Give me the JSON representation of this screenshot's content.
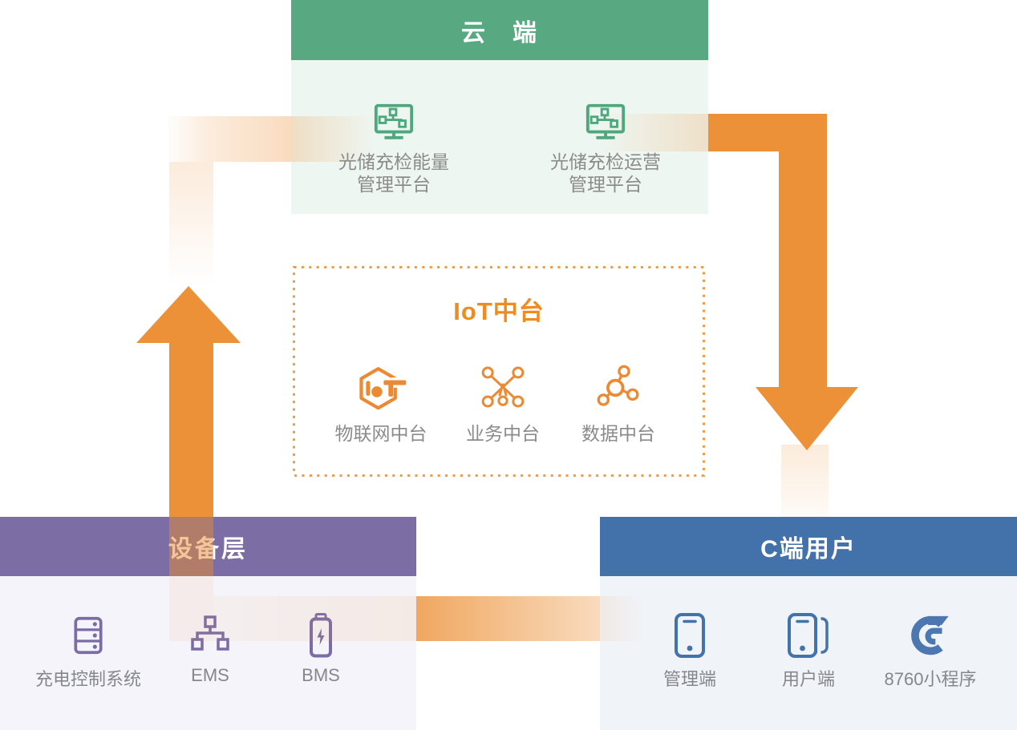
{
  "colors": {
    "cloud_green": "#58A881",
    "cloud_green_light": "#EEF6F1",
    "device_purple": "#7C6DA4",
    "device_purple_light": "#F5F4FA",
    "user_blue": "#4372AA",
    "user_blue_light": "#F0F3F8",
    "flow_orange": "#EC9138",
    "iot_title_orange": "#EF8C20",
    "label_gray": "#8B8B8B"
  },
  "cloud": {
    "title": "云　端",
    "platforms": [
      {
        "line1": "光储充检能量",
        "line2": "管理平台"
      },
      {
        "line1": "光储充检运营",
        "line2": "管理平台"
      }
    ]
  },
  "iot": {
    "title": "IoT中台",
    "items": [
      {
        "label": "物联网中台"
      },
      {
        "label": "业务中台"
      },
      {
        "label": "数据中台"
      }
    ]
  },
  "device": {
    "title": "设备层",
    "items": [
      {
        "label": "充电控制系统"
      },
      {
        "label": "EMS"
      },
      {
        "label": "BMS"
      }
    ]
  },
  "users": {
    "title": "C端用户",
    "items": [
      {
        "label": "管理端"
      },
      {
        "label": "用户端"
      },
      {
        "label": "8760小程序"
      }
    ]
  }
}
